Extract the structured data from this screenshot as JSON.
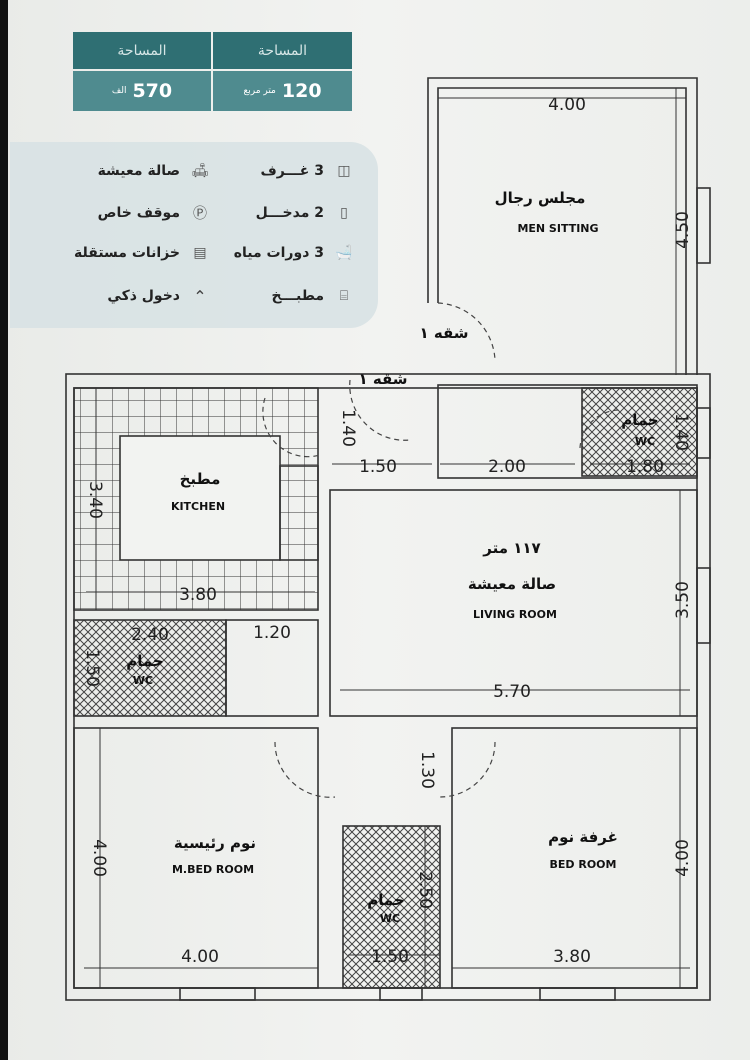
{
  "summary": {
    "price": {
      "header": "المساحة",
      "value": "570",
      "unit": "الف"
    },
    "area": {
      "header": "المساحة",
      "value": "120",
      "unit": "متر مربع"
    }
  },
  "features": [
    {
      "icon": "room-icon",
      "label": "3 غـــرف"
    },
    {
      "icon": "sofa-icon",
      "label": "صالة معيشة"
    },
    {
      "icon": "door-icon",
      "label": "2 مدخـــل"
    },
    {
      "icon": "parking-icon",
      "label": "موقف خاص"
    },
    {
      "icon": "bathtub-icon",
      "label": "3 دورات مياه"
    },
    {
      "icon": "wardrobe-icon",
      "label": "خزانات مستقلة"
    },
    {
      "icon": "kitchen-icon",
      "label": "مطبـــخ"
    },
    {
      "icon": "chevron-up-icon",
      "label": "دخول ذكي"
    }
  ],
  "plan": {
    "rooms": {
      "men_sitting": {
        "ar": "مجلس رجال",
        "en": "MEN SITTING"
      },
      "kitchen": {
        "ar": "مطبخ",
        "en": "KITCHEN"
      },
      "living": {
        "area": "١١٧ متر",
        "ar": "صالة معيشة",
        "en": "LIVING ROOM"
      },
      "wc_top": {
        "ar": "حمام",
        "en": "WC"
      },
      "wc_left": {
        "ar": "حمام",
        "en": "WC"
      },
      "wc_mid": {
        "ar": "حمام",
        "en": "WC"
      },
      "master_bed": {
        "ar": "نوم رئيسية",
        "en": "M.BED ROOM"
      },
      "bedroom": {
        "ar": "غرفة نوم",
        "en": "BED ROOM"
      }
    },
    "doors": {
      "entry1": "شقه ١",
      "entry2": "شقه ١"
    },
    "dims": {
      "men_w": "4.00",
      "men_h": "4.50",
      "corr_h": "1.40",
      "corr_w1": "1.50",
      "corr_w2": "2.00",
      "wc_top_h": "1.40",
      "wc_top_w": "1.80",
      "kitchen_h": "3.40",
      "kitchen_w": "3.80",
      "living_h": "3.50",
      "living_w": "5.70",
      "wc_left_w": "2.40",
      "wc_left_h": "1.50",
      "hall_w": "1.20",
      "hall2_h": "1.30",
      "mbed_h": "4.00",
      "mbed_w": "4.00",
      "wc_mid_h": "2.50",
      "wc_mid_w": "1.50",
      "bed_h": "4.00",
      "bed_w": "3.80"
    }
  },
  "colors": {
    "header": "#2f6f73",
    "value_row": "#4f8b8f",
    "panel": "#d9e3e5"
  }
}
